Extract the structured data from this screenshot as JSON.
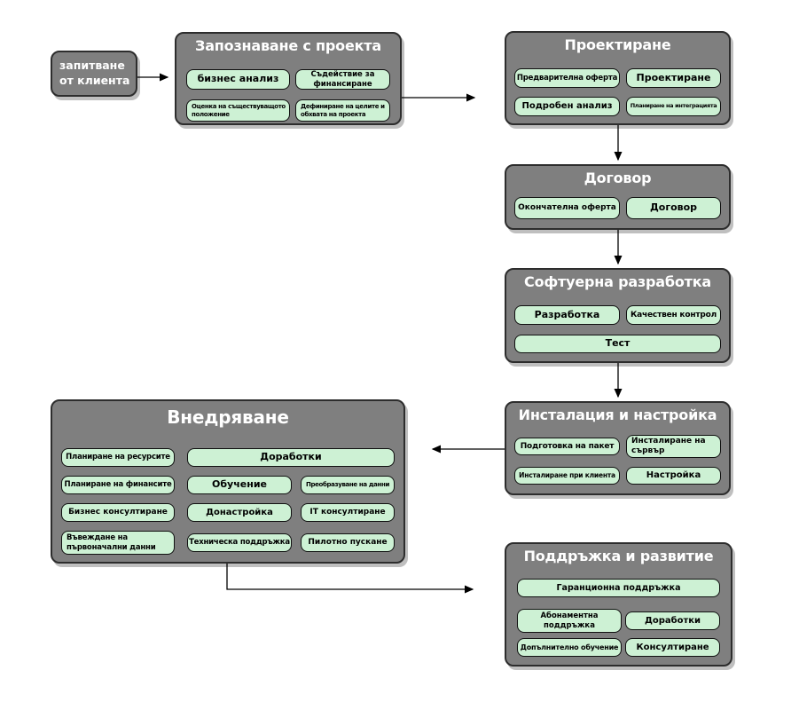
{
  "start": {
    "label": "запитване от клиента"
  },
  "groups": {
    "meet": {
      "title": "Запознаване с проекта",
      "items": [
        "бизнес анализ",
        "Съдействие за финансиране",
        "Оценка на съществуващото положение",
        "Дефиниране на целите и обхвата на проекта"
      ]
    },
    "design": {
      "title": "Проектиране",
      "items": [
        "Предварителна оферта",
        "Проектиране",
        "Подробен анализ",
        "Планиране на интеграцията"
      ]
    },
    "contract": {
      "title": "Договор",
      "items": [
        "Окончателна оферта",
        "Договор"
      ]
    },
    "software": {
      "title": "Софтуерна разработка",
      "items": [
        "Разработка",
        "Качествен контрол",
        "Тест"
      ]
    },
    "install": {
      "title": "Инсталация и настройка",
      "items": [
        "Подготовка на пакет",
        "Инсталиране на сървър",
        "Инсталиране при клиента",
        "Настройка"
      ]
    },
    "implement": {
      "title": "Внедряване",
      "items": [
        "Планиране на ресурсите",
        "Доработки",
        "Планиране на финансите",
        "Обучение",
        "Преобразуване на данни",
        "Бизнес консултиране",
        "Донастройка",
        "IT консултиране",
        "Въвеждане на първоначални данни",
        "Техническа поддръжка",
        "Пилотно пускане"
      ]
    },
    "support": {
      "title": "Поддръжка и развитие",
      "items": [
        "Гаранционна поддръжка",
        "Абонаментна поддръжка",
        "Доработки",
        "Допълнително обучение",
        "Консултиране"
      ]
    }
  },
  "colors": {
    "background": "#ffffff",
    "node_fill": "#7f7f7f",
    "node_border": "#2d2d2d",
    "node_title_text": "#ffffff",
    "task_fill": "#cdf1d4",
    "task_border": "#101010",
    "task_text": "#000000",
    "arrow": "#000000"
  }
}
